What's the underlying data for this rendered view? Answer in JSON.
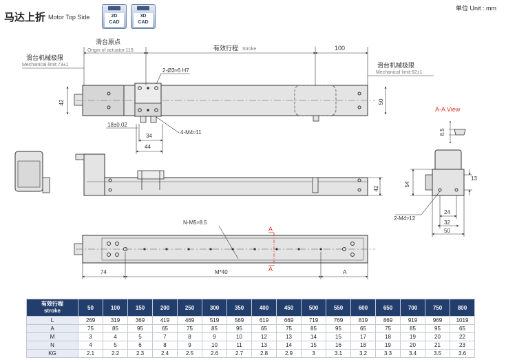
{
  "header": {
    "title_cn": "马达上折",
    "title_en": "Motor Top Side",
    "cad_2d": [
      "2D",
      "CAD"
    ],
    "cad_3d": [
      "3D",
      "CAD"
    ],
    "unit": "单位 Unit : mm"
  },
  "labels": {
    "slider_origin": "滑台原点",
    "origin_of_actuator": "Origin of actuator:119",
    "effective_stroke": "有效行程",
    "stroke": "Stroke",
    "dim_100": "100",
    "mech_limit_left_cn": "滑台机械极限",
    "mech_limit_left_en": "Mechanical limit:73±1",
    "mech_limit_right_cn": "滑台机械极限",
    "mech_limit_right_en": "Mechanical limit:52±1",
    "hole_pin": "2-Ø3▿6 H7",
    "tap_m4": "4-M4▿11",
    "dim_42_left": "42",
    "dim_50": "50",
    "dim_18": "18±0.02",
    "dim_34": "34",
    "dim_44": "44",
    "section_aa": "A-A View",
    "dim_8_5": "8.5",
    "dim_54": "54",
    "dim_13": "13",
    "dim_42_side": "42",
    "tap_m4_side": "2-M4▿12",
    "dim_24": "24",
    "dim_32": "32",
    "dim_50_side": "50",
    "nm5": "N-M5▿8.5",
    "section_mark_a_top": "A",
    "section_mark_a_bottom": "A",
    "dim_74": "74",
    "dim_m40": "M*40",
    "dim_a": "A"
  },
  "spec_table": {
    "header_cn": "有效行程",
    "header_en": "stroke",
    "strokes": [
      "50",
      "100",
      "150",
      "200",
      "250",
      "300",
      "350",
      "400",
      "450",
      "500",
      "550",
      "600",
      "650",
      "700",
      "750",
      "800"
    ],
    "rows": [
      {
        "label": "L",
        "values": [
          "269",
          "319",
          "369",
          "419",
          "469",
          "519",
          "569",
          "619",
          "669",
          "719",
          "769",
          "819",
          "869",
          "919",
          "969",
          "1019"
        ]
      },
      {
        "label": "A",
        "values": [
          "75",
          "85",
          "95",
          "65",
          "75",
          "85",
          "95",
          "65",
          "75",
          "85",
          "95",
          "65",
          "75",
          "85",
          "95",
          "65"
        ]
      },
      {
        "label": "M",
        "values": [
          "3",
          "4",
          "5",
          "7",
          "8",
          "9",
          "10",
          "12",
          "13",
          "14",
          "15",
          "17",
          "18",
          "19",
          "20",
          "22"
        ]
      },
      {
        "label": "N",
        "values": [
          "4",
          "5",
          "6",
          "8",
          "9",
          "10",
          "11",
          "13",
          "14",
          "15",
          "16",
          "18",
          "19",
          "20",
          "21",
          "23"
        ]
      },
      {
        "label": "KG",
        "values": [
          "2.1",
          "2.2",
          "2.3",
          "2.4",
          "2.5",
          "2.6",
          "2.7",
          "2.8",
          "2.9",
          "3",
          "3.1",
          "3.2",
          "3.3",
          "3.4",
          "3.5",
          "3.6"
        ]
      }
    ]
  },
  "colors": {
    "table_header": "#223e6c",
    "section_mark": "#d23a2a",
    "body_fill": "#e4e4e4",
    "line": "#333333"
  }
}
